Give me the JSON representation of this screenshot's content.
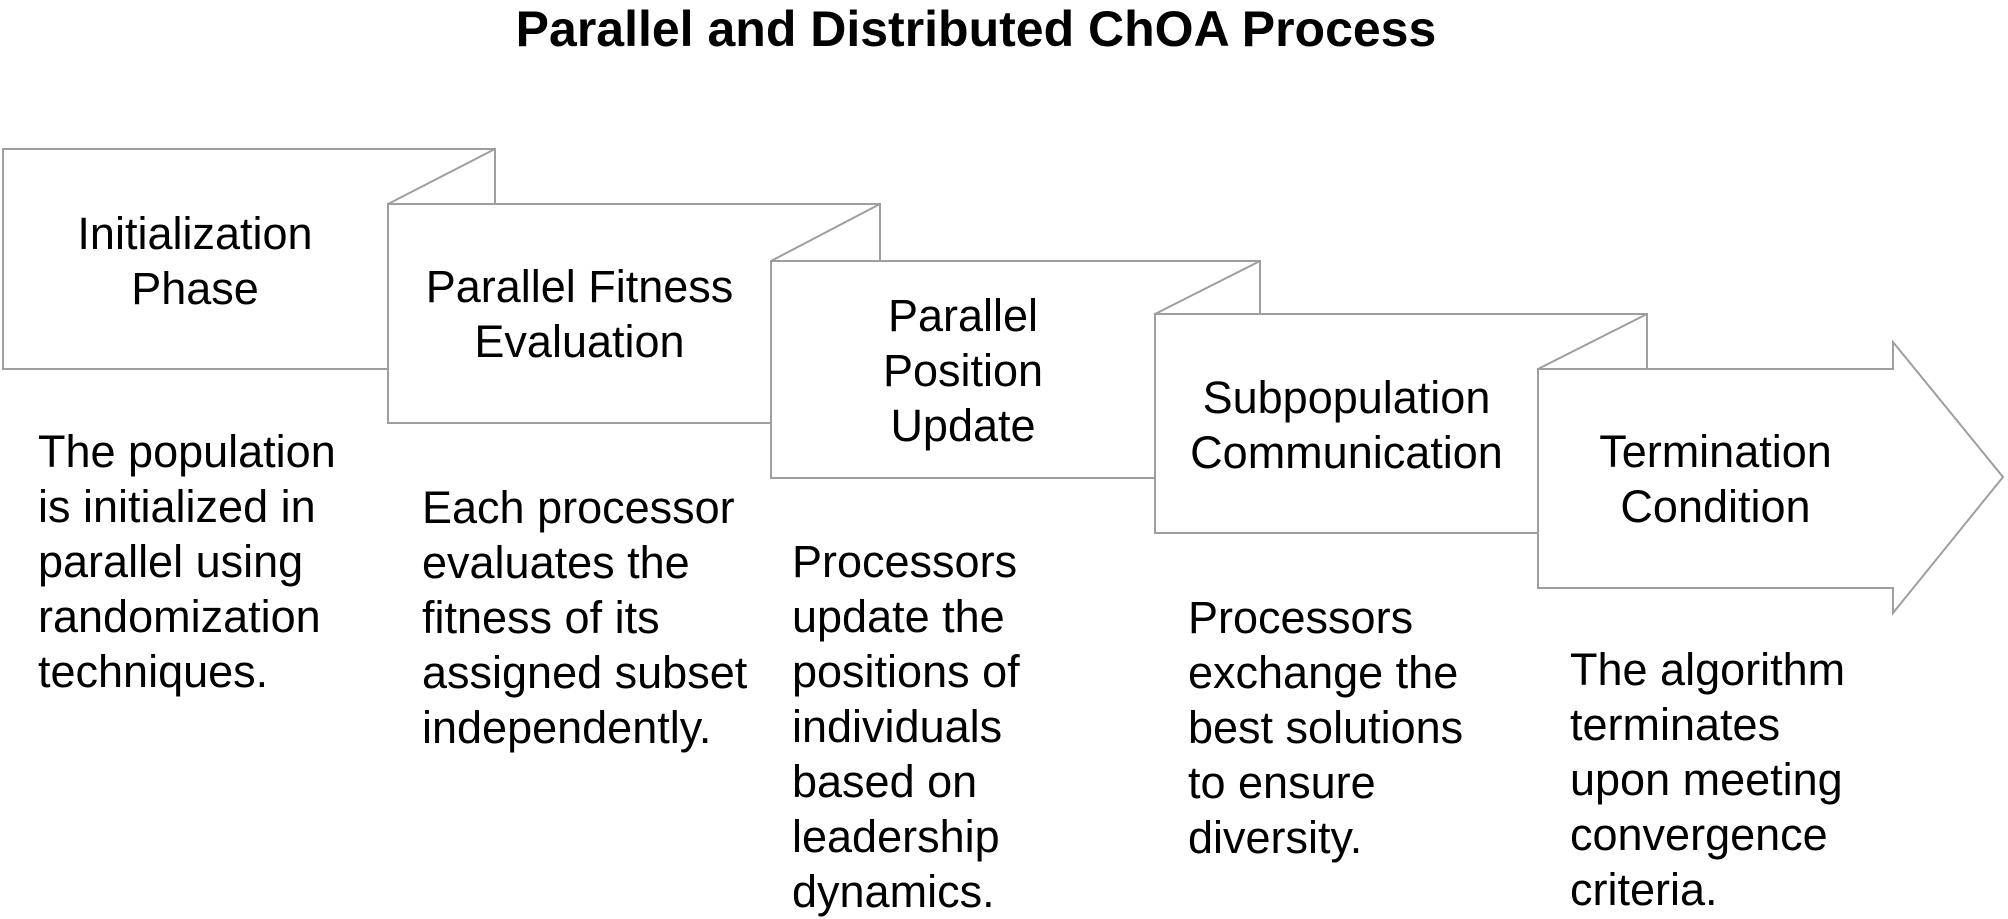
{
  "title": "Parallel and Distributed ChOA Process",
  "colors": {
    "background": "#ffffff",
    "panel_fill": "#ffffff",
    "panel_stroke": "#9e9e9e",
    "text": "#000000"
  },
  "stages": [
    {
      "label": "Initialization\nPhase",
      "description": "The population\nis initialized in\nparallel using\nrandomization\ntechniques."
    },
    {
      "label": "Parallel Fitness\nEvaluation",
      "description": "Each processor\nevaluates the\nfitness of its\nassigned subset\nindependently."
    },
    {
      "label": "Parallel\nPosition\nUpdate",
      "description": "Processors\nupdate the\npositions of\nindividuals\nbased on\nleadership\ndynamics."
    },
    {
      "label": "Subpopulation\nCommunication",
      "description": "Processors\nexchange the\nbest solutions\nto ensure\ndiversity."
    },
    {
      "label": "Termination\nCondition",
      "description": "The algorithm\nterminates\nupon meeting\nconvergence\ncriteria."
    }
  ]
}
